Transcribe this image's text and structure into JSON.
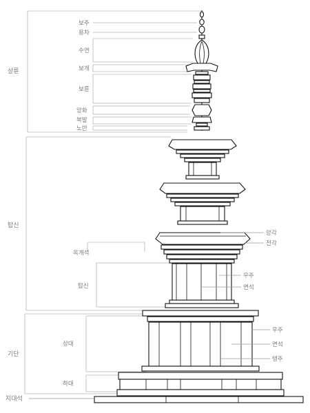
{
  "groups": {
    "sangryun": "상륜",
    "tapsin": "탑신",
    "gidan": "기단",
    "jidaeseok": "지대석"
  },
  "sangryun_parts": {
    "boju": "보주",
    "yongcha": "용차",
    "suyeon": "수연",
    "bogae": "보개",
    "boryun": "보륜",
    "anghwa": "앙화",
    "bokbal": "복발",
    "noban": "노반"
  },
  "tapsin_parts": {
    "okgaeseok": "옥개석",
    "tapsin": "탑신",
    "anggak": "앙각",
    "cheongak": "전각",
    "uju": "우주",
    "myeonseok": "면석"
  },
  "gidan_parts": {
    "sangdae": "상대",
    "hadae": "하대",
    "uju": "우주",
    "myeonseok": "면석",
    "taengju": "탱주"
  }
}
